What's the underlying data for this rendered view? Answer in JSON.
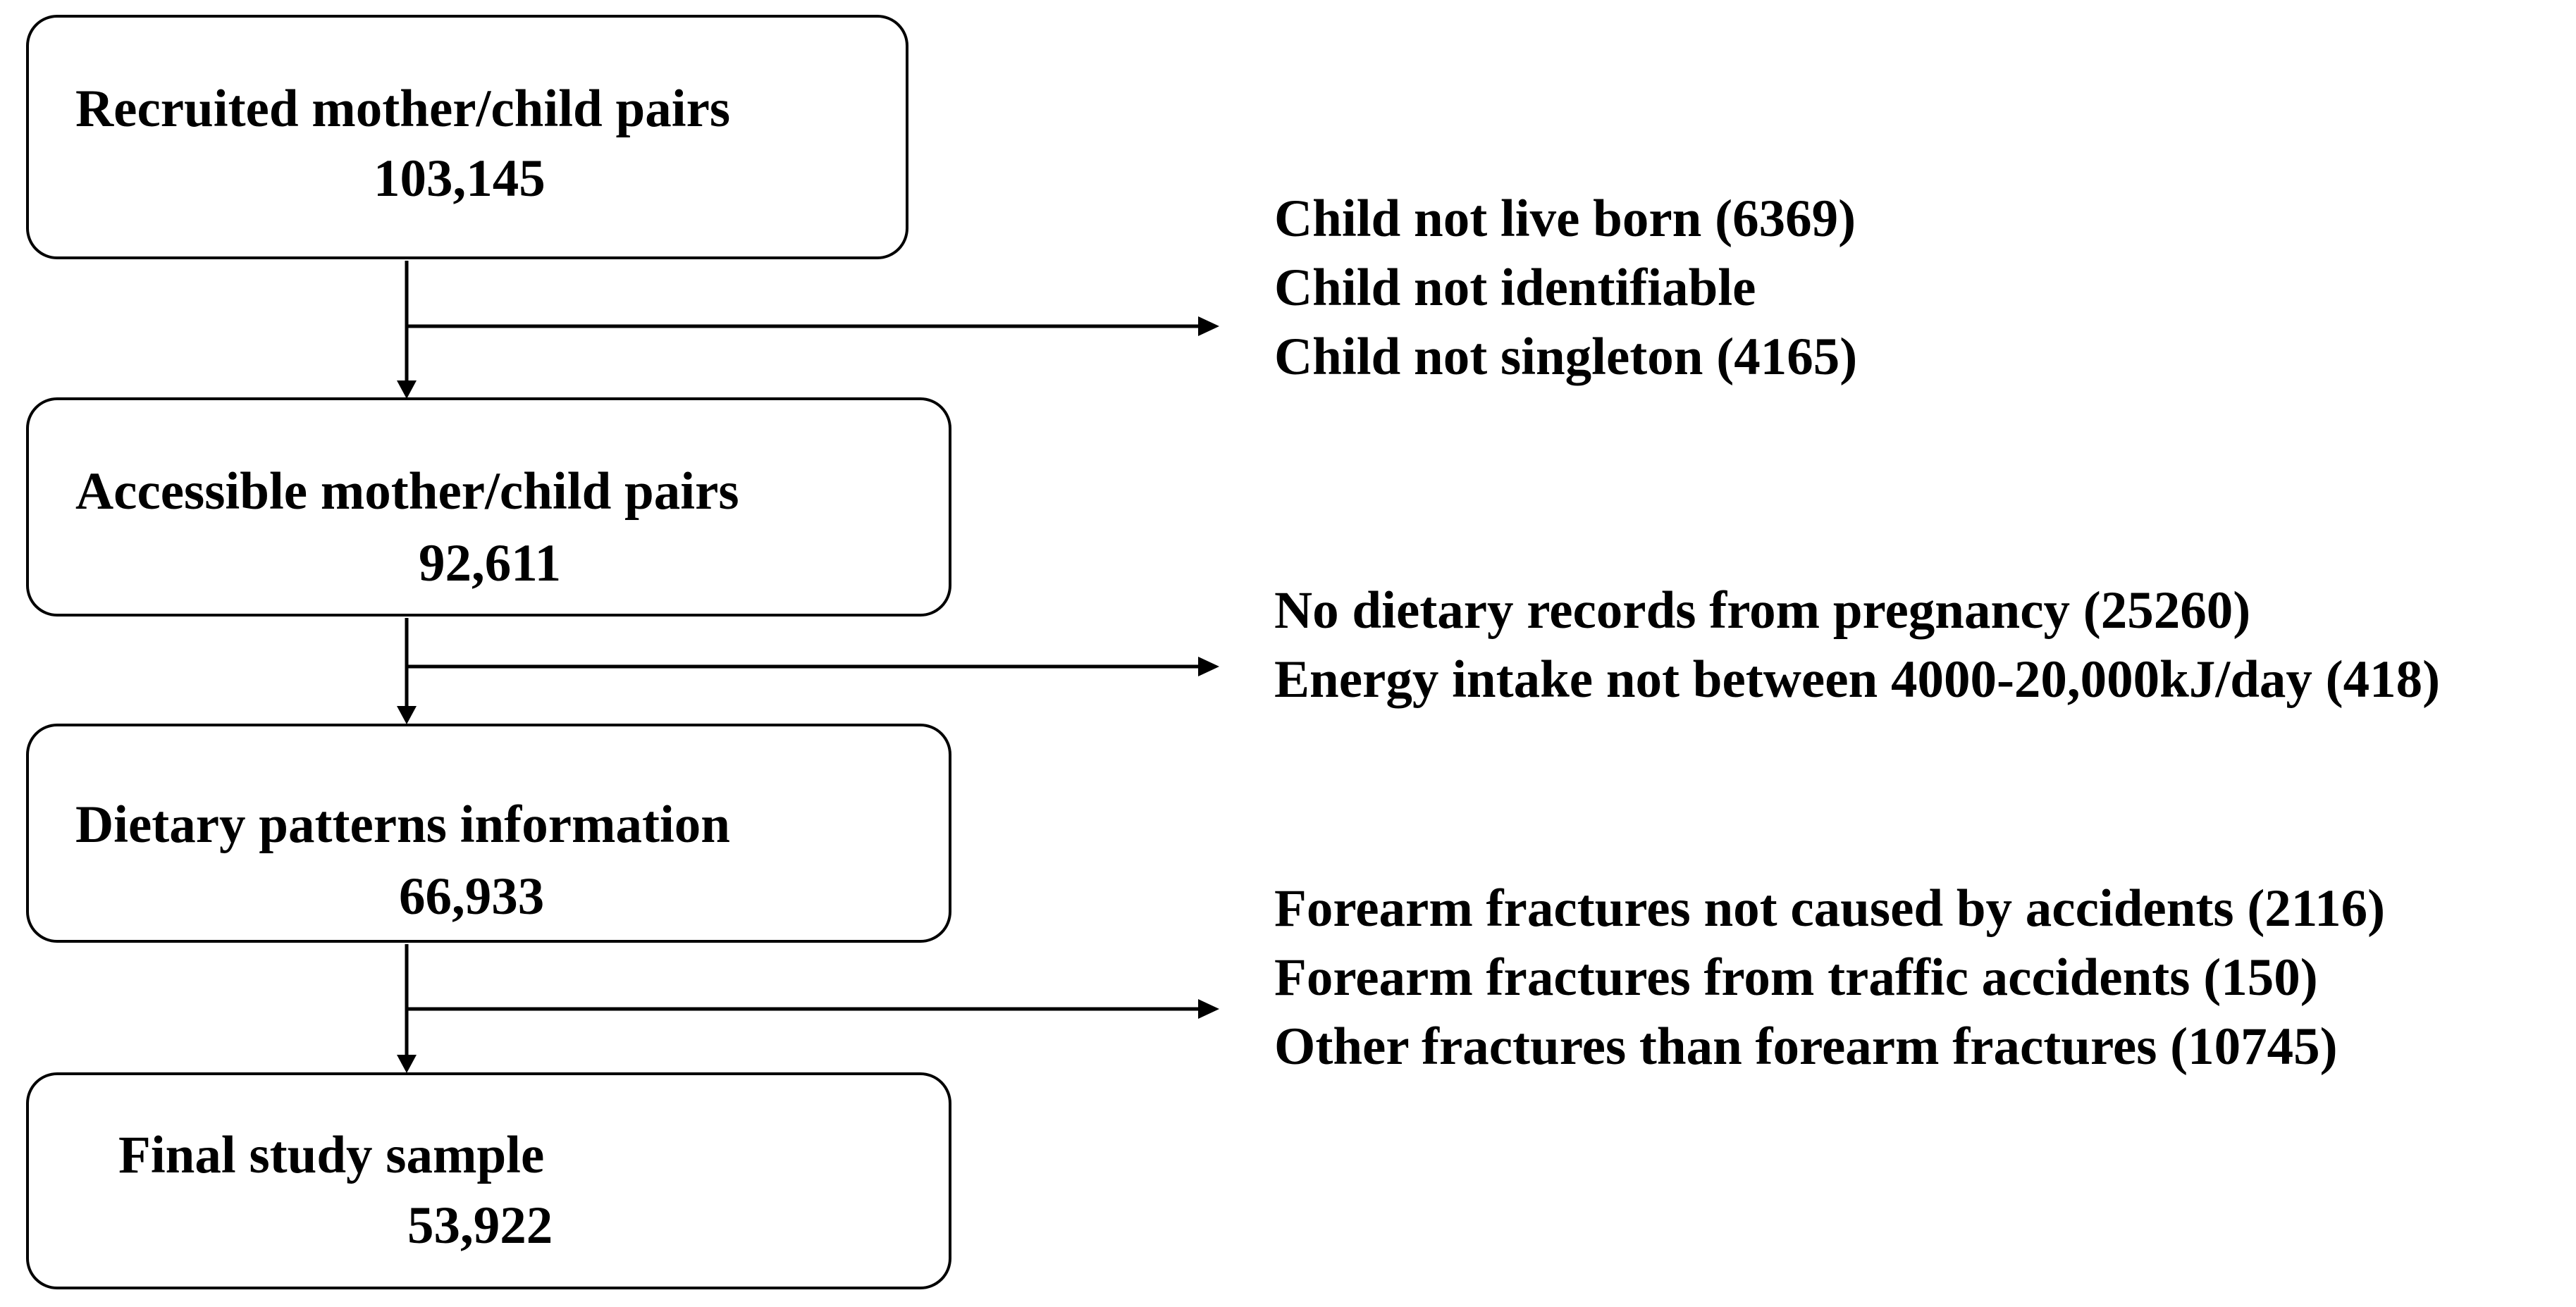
{
  "boxes": [
    {
      "title": "Recruited mother/child pairs",
      "count": "103,145"
    },
    {
      "title": "Accessible mother/child pairs",
      "count": "92,611"
    },
    {
      "title": "Dietary patterns information",
      "count": "66,933"
    },
    {
      "title": "Final study sample",
      "count": "53,922"
    }
  ],
  "exclusions": [
    {
      "lines": [
        "Child not live born (6369)",
        "Child not identifiable",
        "Child not singleton (4165)"
      ]
    },
    {
      "lines": [
        "No dietary records from pregnancy (25260)",
        "Energy intake not between 4000-20,000kJ/day (418)"
      ]
    },
    {
      "lines": [
        "Forearm fractures not caused by accidents (2116)",
        "Forearm fractures from traffic accidents (150)",
        "Other fractures than forearm fractures  (10745)"
      ]
    }
  ]
}
